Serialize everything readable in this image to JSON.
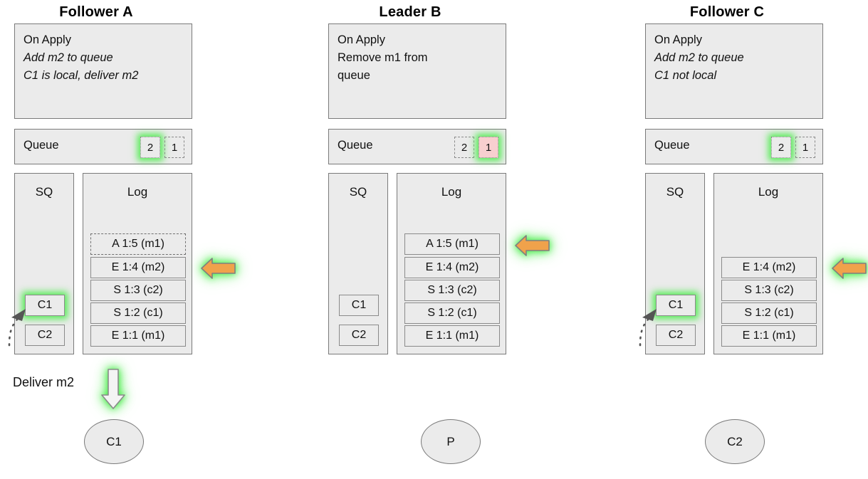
{
  "diagram": {
    "title_row": [
      "Follower A",
      "Leader B",
      "Follower C"
    ],
    "colors": {
      "panel_fill": "#ebebeb",
      "panel_border": "#7a7a7a",
      "arrow_orange": "#f0a24b",
      "glow_green": "#3ceb3c",
      "queue_pink": "#f8cfcf"
    }
  },
  "columns": [
    {
      "title": "Follower A",
      "apply": {
        "header": "On Apply",
        "lines": [
          "Add m2 to queue",
          "C1 is local, deliver m2"
        ]
      },
      "queue": {
        "label": "Queue",
        "slots": [
          {
            "value": "2",
            "style": "dotted",
            "glow": true,
            "fill": "none"
          },
          {
            "value": "1",
            "style": "dashed",
            "glow": false,
            "fill": "none"
          }
        ]
      },
      "sq": {
        "header": "SQ",
        "entries": [
          {
            "label": "C1",
            "glow": true
          },
          {
            "label": "C2",
            "glow": false
          }
        ]
      },
      "log": {
        "header": "Log",
        "entries": [
          {
            "label": "A 1:5 (m1)",
            "style": "dashed"
          },
          {
            "label": "E 1:4 (m2)",
            "style": "solid"
          },
          {
            "label": "S 1:3 (c2)",
            "style": "solid"
          },
          {
            "label": "S 1:2 (c1)",
            "style": "solid"
          },
          {
            "label": "E 1:1 (m1)",
            "style": "solid"
          }
        ]
      },
      "log_arrow_target": "E 1:4 (m2)",
      "pointer_to_sq": "C1",
      "deliver": {
        "label": "Deliver m2",
        "arrow": "down-arrow-glow"
      },
      "client": "C1"
    },
    {
      "title": "Leader B",
      "apply": {
        "header": "On Apply",
        "lines": [
          "Remove m1 from",
          "queue"
        ]
      },
      "queue": {
        "label": "Queue",
        "slots": [
          {
            "value": "2",
            "style": "dashed",
            "glow": false,
            "fill": "none"
          },
          {
            "value": "1",
            "style": "dotted",
            "glow": true,
            "fill": "#f8cfcf"
          }
        ]
      },
      "sq": {
        "header": "SQ",
        "entries": [
          {
            "label": "C1",
            "glow": false
          },
          {
            "label": "C2",
            "glow": false
          }
        ]
      },
      "log": {
        "header": "Log",
        "entries": [
          {
            "label": "A 1:5 (m1)",
            "style": "solid"
          },
          {
            "label": "E 1:4 (m2)",
            "style": "solid"
          },
          {
            "label": "S 1:3 (c2)",
            "style": "solid"
          },
          {
            "label": "S 1:2 (c1)",
            "style": "solid"
          },
          {
            "label": "E 1:1 (m1)",
            "style": "solid"
          }
        ]
      },
      "log_arrow_target": "A 1:5 (m1)",
      "pointer_to_sq": null,
      "deliver": null,
      "client": "P"
    },
    {
      "title": "Follower C",
      "apply": {
        "header": "On Apply",
        "lines": [
          "Add m2 to queue",
          "C1 not local"
        ]
      },
      "queue": {
        "label": "Queue",
        "slots": [
          {
            "value": "2",
            "style": "dotted",
            "glow": true,
            "fill": "none"
          },
          {
            "value": "1",
            "style": "dashed",
            "glow": false,
            "fill": "none"
          }
        ]
      },
      "sq": {
        "header": "SQ",
        "entries": [
          {
            "label": "C1",
            "glow": true
          },
          {
            "label": "C2",
            "glow": false
          }
        ]
      },
      "log": {
        "header": "Log",
        "entries": [
          {
            "label": "E 1:4 (m2)",
            "style": "solid"
          },
          {
            "label": "S 1:3 (c2)",
            "style": "solid"
          },
          {
            "label": "S 1:2 (c1)",
            "style": "solid"
          },
          {
            "label": "E 1:1 (m1)",
            "style": "solid"
          }
        ]
      },
      "log_arrow_target": "E 1:4 (m2)",
      "pointer_to_sq": "C1",
      "deliver": null,
      "client": "C2"
    }
  ]
}
